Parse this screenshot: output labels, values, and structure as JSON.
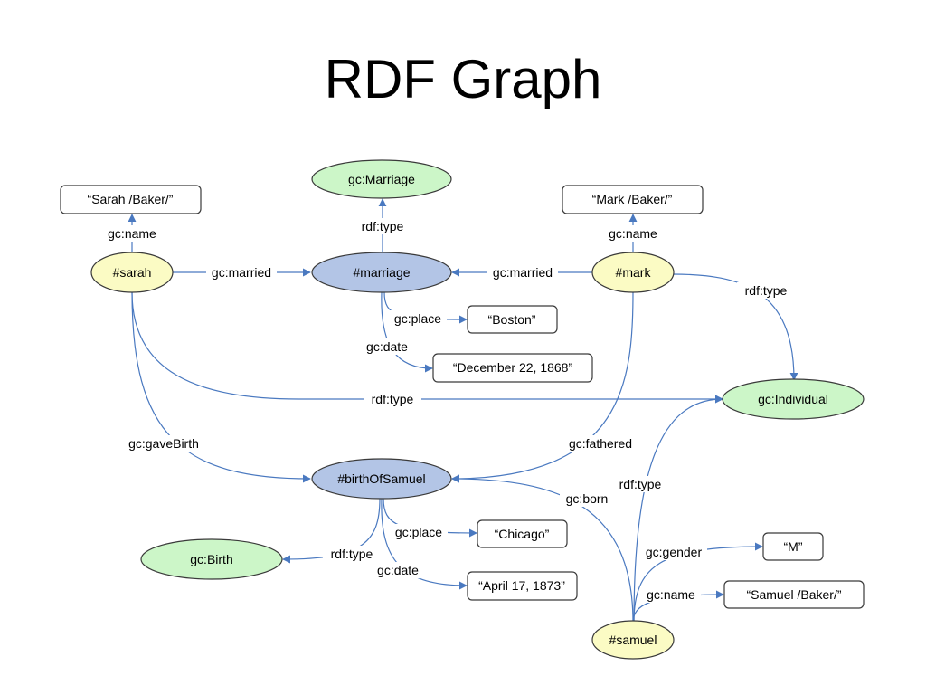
{
  "title": "RDF Graph",
  "colors": {
    "resource_fill": "#fbfbc4",
    "class_fill": "#ccf6c8",
    "event_fill": "#b3c5e6",
    "literal_fill": "#ffffff",
    "edge": "#4a79c0"
  },
  "nodes": {
    "sarah": "#sarah",
    "mark": "#mark",
    "samuel": "#samuel",
    "marriage": "#marriage",
    "birth_of_samuel": "#birthOfSamuel",
    "gc_marriage": "gc:Marriage",
    "gc_individual": "gc:Individual",
    "gc_birth": "gc:Birth",
    "sarah_name": "“Sarah /Baker/”",
    "mark_name": "“Mark /Baker/”",
    "samuel_name": "“Samuel /Baker/”",
    "boston": "“Boston”",
    "marriage_date": "“December 22, 1868”",
    "chicago": "“Chicago”",
    "birth_date": "“April 17, 1873”",
    "gender_m": "“M”"
  },
  "edges": {
    "sarah_name": "gc:name",
    "mark_name": "gc:name",
    "marriage_type": "rdf:type",
    "sarah_married": "gc:married",
    "mark_married": "gc:married",
    "marriage_place": "gc:place",
    "marriage_date": "gc:date",
    "mark_type": "rdf:type",
    "sarah_type": "rdf:type",
    "sarah_gave_birth": "gc:gaveBirth",
    "mark_fathered": "gc:fathered",
    "samuel_born": "gc:born",
    "samuel_type": "rdf:type",
    "birth_place": "gc:place",
    "birth_type": "rdf:type",
    "birth_date": "gc:date",
    "samuel_gender": "gc:gender",
    "samuel_name": "gc:name"
  }
}
